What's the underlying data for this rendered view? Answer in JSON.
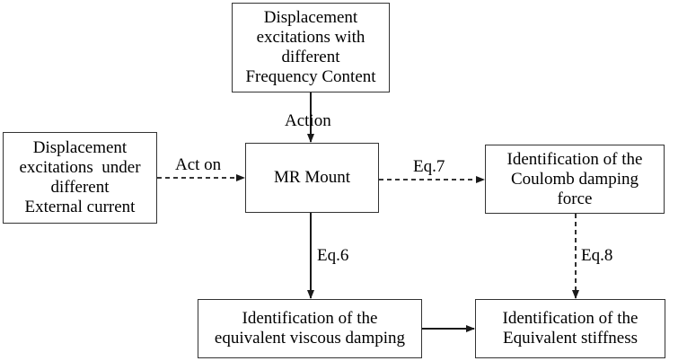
{
  "boxes": {
    "frequency": [
      "Displacement",
      "excitations with",
      "different",
      "Frequency Content"
    ],
    "current": [
      "Displacement",
      "excitations  under",
      "different",
      "External current"
    ],
    "mount": [
      "MR Mount"
    ],
    "coulomb": [
      "Identification of the",
      "Coulomb damping",
      "force"
    ],
    "viscous": [
      "Identification of the",
      "equivalent viscous damping"
    ],
    "stiffness": [
      "Identification of the",
      "Equivalent stiffness"
    ]
  },
  "labels": {
    "act_on_top": "Action",
    "act_on_left": "Act on",
    "eq7": "Eq.7",
    "eq6": "Eq.6",
    "eq8": "Eq.8"
  },
  "colors": {
    "line": "#1a1a1a",
    "border": "#333333"
  }
}
